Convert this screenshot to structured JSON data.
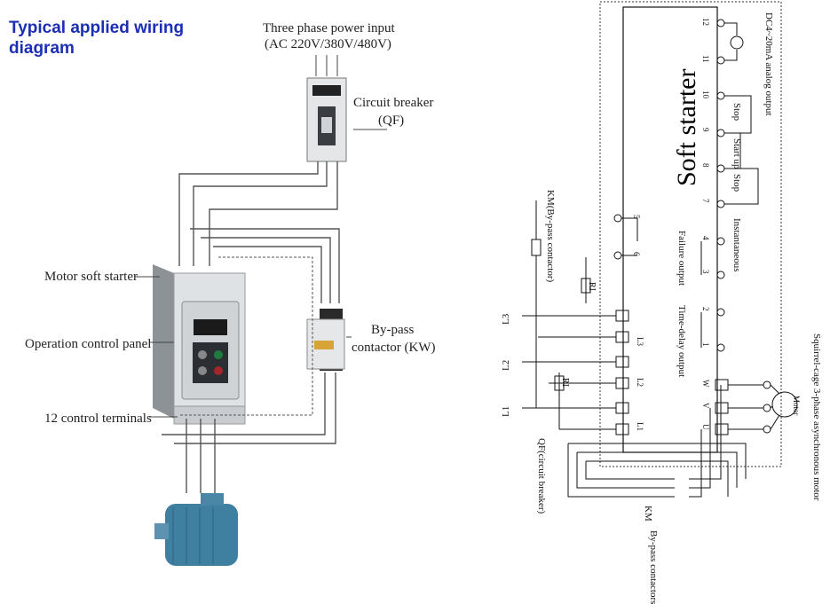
{
  "title": "Typical applied wiring diagram",
  "left_photo": {
    "power_input_line1": "Three phase power input",
    "power_input_line2": "(AC 220V/380V/480V)",
    "breaker_line1": "Circuit breaker",
    "breaker_line2": "(QF)",
    "motor_soft_starter": "Motor soft starter",
    "operation_panel": "Operation control panel",
    "control_terminals": "12 control terminals",
    "bypass_line1": "By-pass",
    "bypass_line2": "contactor (KW)"
  },
  "schematic": {
    "soft_starter": "Soft starter",
    "analog_output": "DC4~20mA analog output",
    "stop": "Stop",
    "start_up": "Start up",
    "instantaneous": "Instantaneous",
    "failure_output": "Failure output",
    "time_delay_output": "Time-delay output",
    "km_bypass_contactor": "KM(By-pass contactor)",
    "qf_circuit_breaker": "QF(circuit breaker)",
    "km": "KM",
    "bypass_contactors": "By-pass contactors",
    "motor_caption": "Squirrel-cage 3-phase asynchronous motor",
    "motor_label": "Motor",
    "ri_label": "RI",
    "line_labels": [
      "L1",
      "L2",
      "L3"
    ],
    "in_labels": [
      "L1",
      "L2",
      "L3"
    ],
    "out_labels": [
      "U",
      "V",
      "W"
    ],
    "terminal_numbers": [
      "1",
      "2",
      "3",
      "4",
      "5",
      "6",
      "7",
      "8",
      "9",
      "10",
      "11",
      "12"
    ]
  }
}
